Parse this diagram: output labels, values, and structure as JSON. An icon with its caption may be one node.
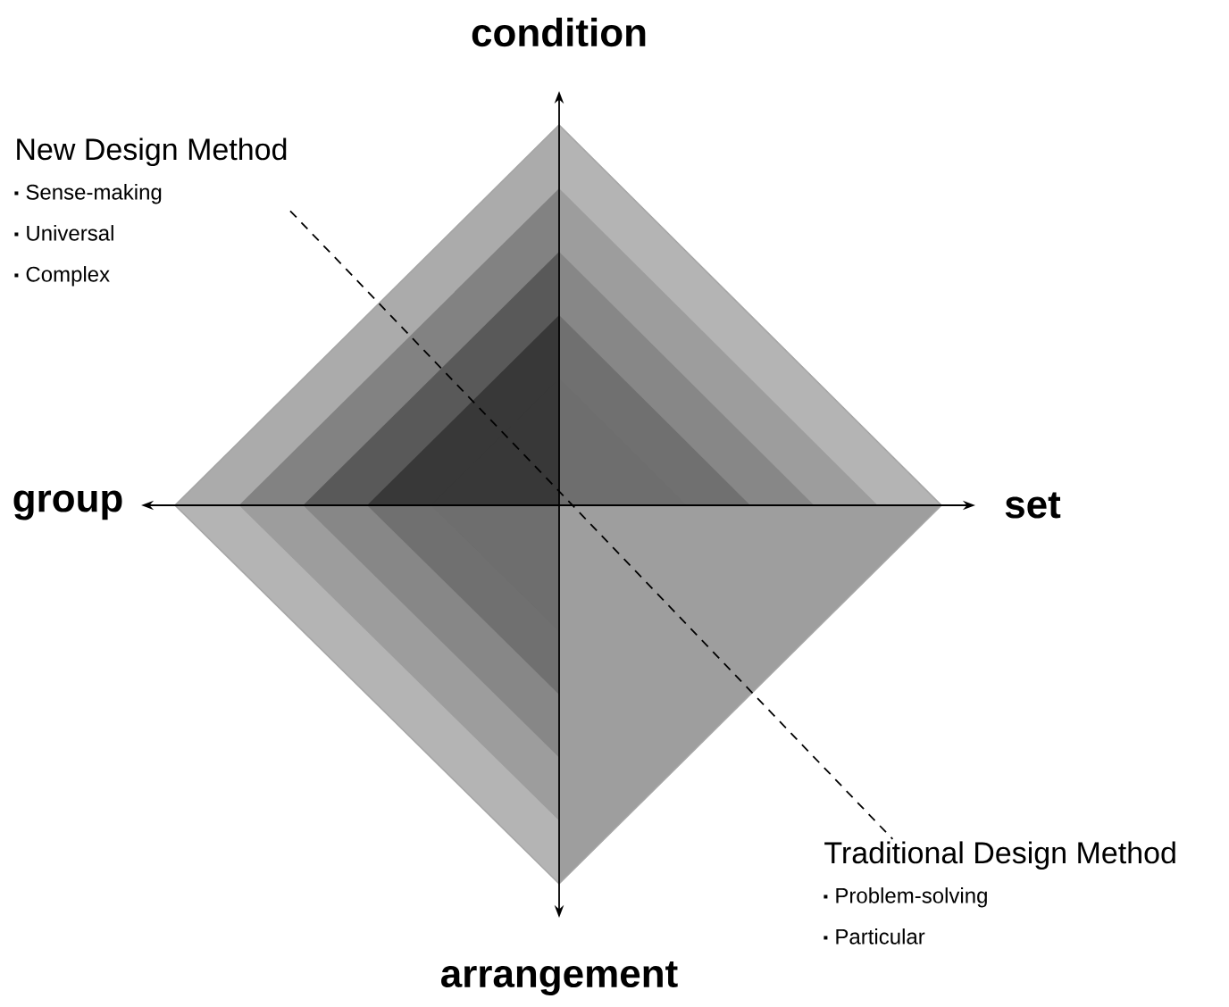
{
  "diagram": {
    "nodes": [
      {
        "text": [
          "New Design Method",
          "Sense-making",
          "Universal",
          "Complex"
        ]
      },
      {
        "text": [
          "Traditional Design Method",
          "Problem-solving",
          "Particular"
        ]
      }
    ],
    "edges": [
      {
        "from": 0,
        "to": 1,
        "arrow": "none",
        "style": "dashed"
      }
    ],
    "labels": [
      "condition",
      "group",
      "set",
      "arrangement"
    ]
  }
}
